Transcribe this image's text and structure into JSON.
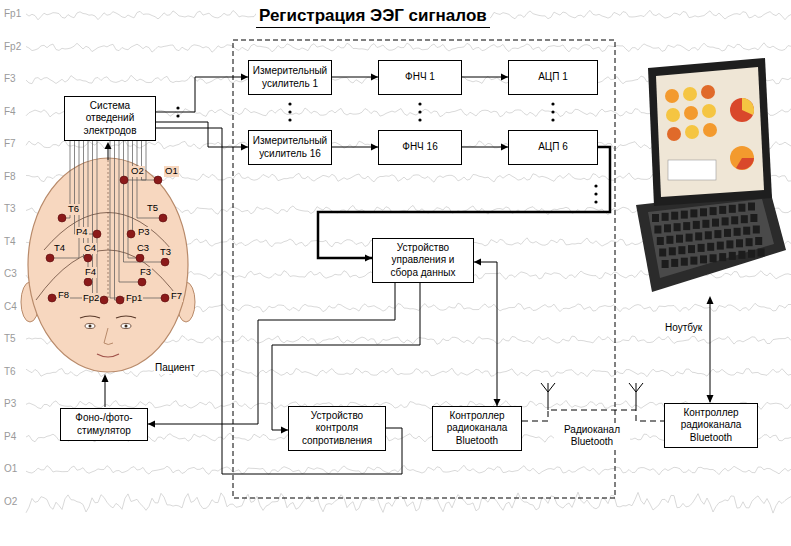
{
  "diagram": {
    "title": "Регистрация ЭЭГ сигналов",
    "nodes": [
      {
        "text": [
          "Система отведений электродов"
        ]
      },
      {
        "text": [
          "Измерительный усилитель 1"
        ]
      },
      {
        "text": [
          "Измерительный усилитель 16"
        ]
      },
      {
        "text": [
          "ФНЧ 1"
        ]
      },
      {
        "text": [
          "ФНЧ 16"
        ]
      },
      {
        "text": [
          "АЦП 1"
        ]
      },
      {
        "text": [
          "АЦП 6"
        ]
      },
      {
        "text": [
          "Устройство управления и сбора данных"
        ]
      },
      {
        "text": [
          "Фоно-/фото- стимулятор"
        ]
      },
      {
        "text": [
          "Устройство контроля сопротивления"
        ]
      },
      {
        "text": [
          "Контроллер радиоканала Bluetooth"
        ]
      },
      {
        "text": [
          "Контроллер радиоканала Bluetooth"
        ]
      }
    ],
    "edges": [
      {
        "from": 0,
        "to": 1,
        "arrow": "to"
      },
      {
        "from": 0,
        "to": 2,
        "arrow": "to"
      },
      {
        "from": 1,
        "to": 3,
        "arrow": "to"
      },
      {
        "from": 2,
        "to": 4,
        "arrow": "to"
      },
      {
        "from": 3,
        "to": 5,
        "arrow": "to"
      },
      {
        "from": 4,
        "to": 6,
        "arrow": "to"
      },
      {
        "from": 6,
        "to": 7,
        "arrow": "to"
      },
      {
        "from": 7,
        "to": 8,
        "arrow": "to"
      },
      {
        "from": 7,
        "to": 9,
        "arrow": "to"
      },
      {
        "from": 7,
        "to": 10,
        "arrow": "both"
      },
      {
        "from": 9,
        "to": 0,
        "arrow": "none"
      },
      {
        "from": 10,
        "to": 11,
        "label": "Радиоканал Bluetooth",
        "arrow": "none"
      }
    ],
    "labels": [
      "Пациент",
      "Ноутбук",
      "O2",
      "O1",
      "T6",
      "T5",
      "P4",
      "P3",
      "T4",
      "C4",
      "C3",
      "T3",
      "F4",
      "F3",
      "F8",
      "Fp2",
      "Fp1",
      "F7",
      "Fp1",
      "Fp2",
      "F3",
      "F4",
      "F7",
      "F8",
      "T3",
      "T4",
      "C3",
      "C4",
      "T5",
      "T6",
      "P3",
      "P4",
      "O1",
      "O2"
    ]
  }
}
